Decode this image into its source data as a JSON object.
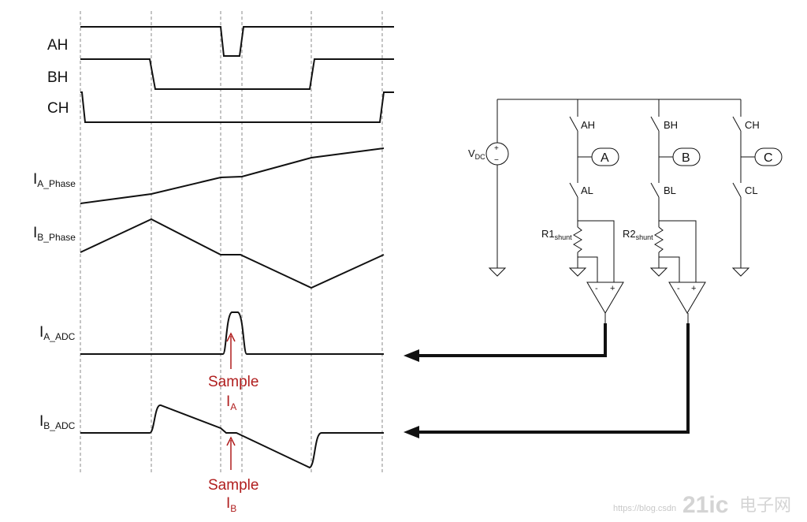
{
  "timing": {
    "signals": {
      "ah": "AH",
      "bh": "BH",
      "ch": "CH",
      "ia_phase": {
        "main": "I",
        "sub": "A_Phase"
      },
      "ib_phase": {
        "main": "I",
        "sub": "B_Phase"
      },
      "ia_adc": {
        "main": "I",
        "sub": "A_ADC"
      },
      "ib_adc": {
        "main": "I",
        "sub": "B_ADC"
      }
    },
    "annotations": {
      "sample_a": {
        "word": "Sample",
        "main": "I",
        "sub": "A"
      },
      "sample_b": {
        "word": "Sample",
        "main": "I",
        "sub": "B"
      }
    }
  },
  "circuit": {
    "source": {
      "main": "V",
      "sub": "DC",
      "plus": "+",
      "minus": "−"
    },
    "switches": {
      "ah": "AH",
      "al": "AL",
      "bh": "BH",
      "bl": "BL",
      "ch": "CH",
      "cl": "CL"
    },
    "phase_ports": {
      "a": "A",
      "b": "B",
      "c": "C"
    },
    "shunts": {
      "r1": {
        "main": "R1",
        "sub": "shunt"
      },
      "r2": {
        "main": "R2",
        "sub": "shunt"
      }
    },
    "amp_terminals": {
      "minus": "-",
      "plus": "+"
    }
  },
  "watermark": {
    "url": "https://blog.csdn",
    "logo": "21ic",
    "site": "电子网"
  },
  "colors": {
    "trace": "#111111",
    "annotation": "#b01e1e",
    "grid": "#888888",
    "watermark": "#cccccc"
  }
}
